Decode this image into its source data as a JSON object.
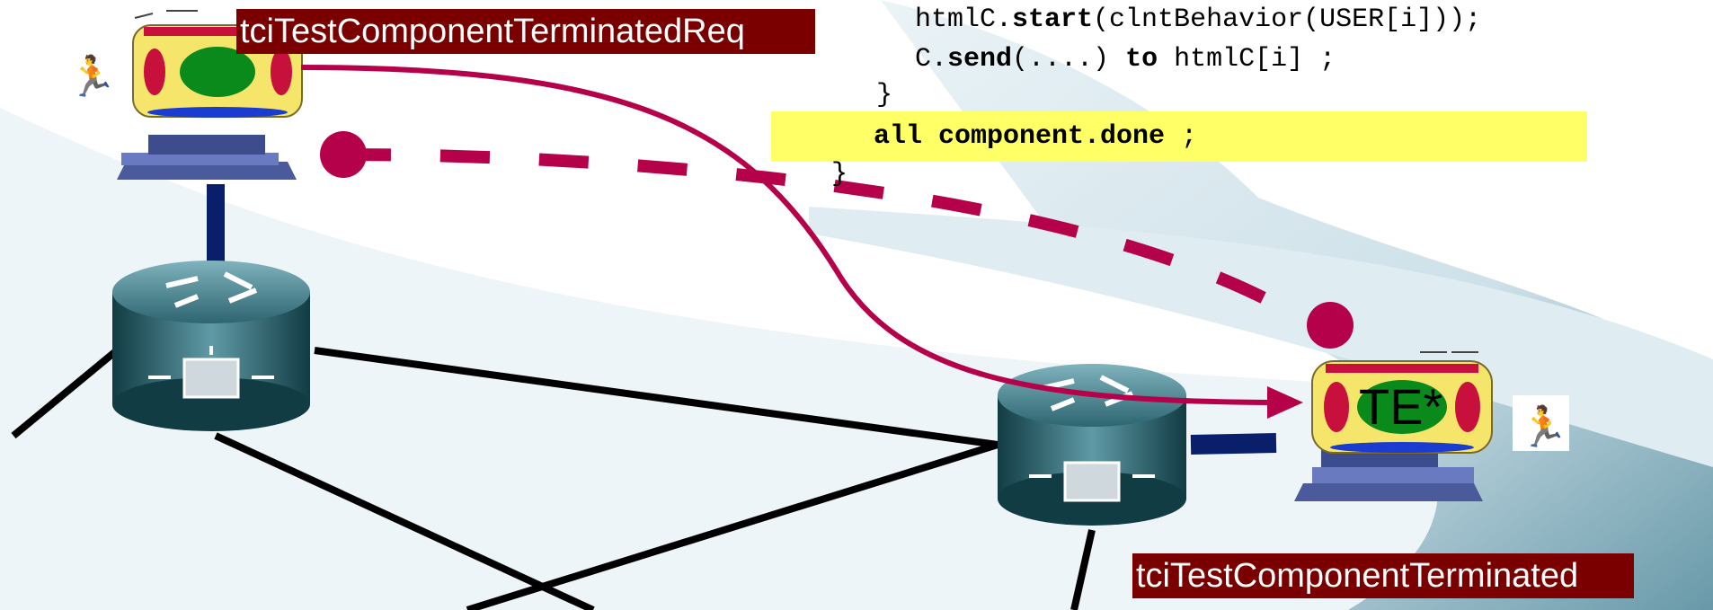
{
  "labels": {
    "terminated_req": "tciTestComponentTerminatedReq",
    "terminated": "tciTestComponentTerminated",
    "te": "TE*"
  },
  "code": {
    "line1_pre": "htmlC.",
    "line1_kw": "start",
    "line1_post": "(clntBehavior(USER[i]));",
    "line2_pre": "C.",
    "line2_kw": "send",
    "line2_mid": "(....) ",
    "line2_kw2": "to",
    "line2_post": " htmlC[i] ;",
    "line3": "}",
    "line4_kw": "all component.done",
    "line4_post": " ;",
    "line5": "}"
  },
  "colors": {
    "label_bg": "#7a0000",
    "arrow": "#b5004a",
    "highlight": "#ffff66",
    "router": "#2c5f6a",
    "screen_frame": "#f5e56a"
  }
}
